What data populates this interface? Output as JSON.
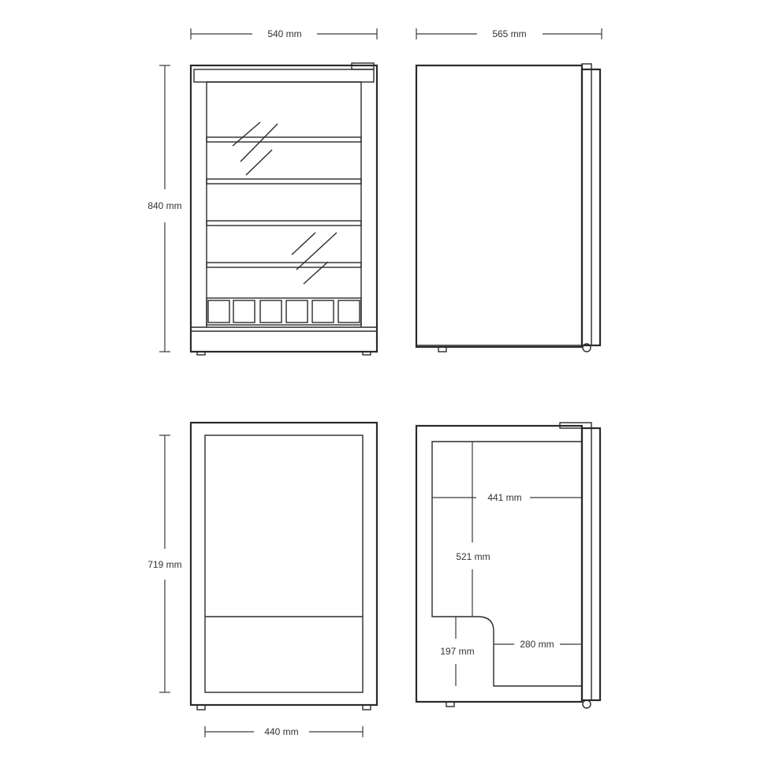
{
  "views": {
    "front_door": {
      "width_label": "540 mm",
      "height_label": "840 mm"
    },
    "side": {
      "depth_label": "565 mm"
    },
    "front_open": {
      "height_label": "719 mm",
      "width_label": "440 mm"
    },
    "section": {
      "depth_upper_label": "441 mm",
      "height_upper_label": "521 mm",
      "height_lower_label": "197 mm",
      "depth_lower_label": "280 mm"
    }
  },
  "colors": {
    "line": "#2b2b2b",
    "text": "#333333",
    "background": "#ffffff"
  }
}
